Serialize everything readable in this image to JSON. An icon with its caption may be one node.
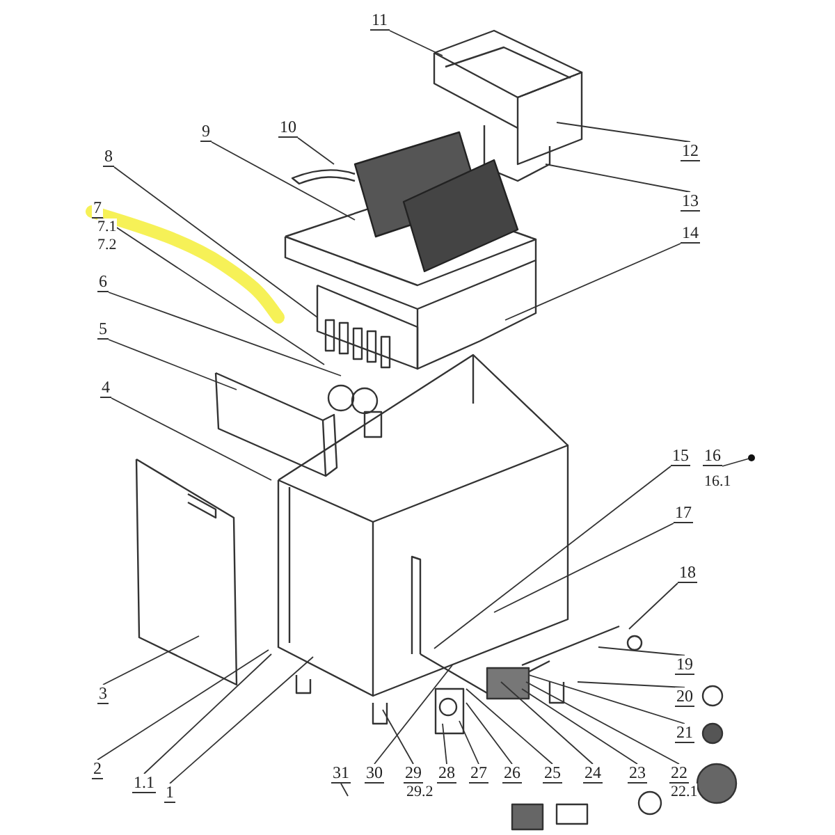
{
  "diagram": {
    "nodes": [
      {
        "text": [
          "1"
        ]
      },
      {
        "text": [
          "1.1"
        ]
      },
      {
        "text": [
          "2"
        ]
      },
      {
        "text": [
          "3"
        ]
      },
      {
        "text": [
          "4"
        ]
      },
      {
        "text": [
          "5"
        ]
      },
      {
        "text": [
          "6"
        ]
      },
      {
        "text": [
          "7"
        ]
      },
      {
        "text": [
          "8"
        ]
      },
      {
        "text": [
          "9"
        ]
      },
      {
        "text": [
          "10"
        ]
      },
      {
        "text": [
          "11"
        ]
      },
      {
        "text": [
          "12"
        ]
      },
      {
        "text": [
          "13"
        ]
      },
      {
        "text": [
          "14"
        ]
      },
      {
        "text": [
          "15"
        ]
      },
      {
        "text": [
          "16"
        ]
      },
      {
        "text": [
          "17"
        ]
      },
      {
        "text": [
          "18"
        ]
      },
      {
        "text": [
          "19"
        ]
      },
      {
        "text": [
          "20"
        ]
      },
      {
        "text": [
          "21"
        ]
      },
      {
        "text": [
          "22"
        ]
      },
      {
        "text": [
          "23"
        ]
      },
      {
        "text": [
          "24"
        ]
      },
      {
        "text": [
          "25"
        ]
      },
      {
        "text": [
          "26"
        ]
      },
      {
        "text": [
          "27"
        ]
      },
      {
        "text": [
          "28"
        ]
      },
      {
        "text": [
          "29"
        ]
      },
      {
        "text": [
          "30"
        ]
      },
      {
        "text": [
          "31"
        ]
      }
    ],
    "edges": [
      {
        "from": 0,
        "to": null,
        "arrow": "none"
      },
      {
        "from": 1,
        "to": null,
        "arrow": "none"
      },
      {
        "from": 2,
        "to": null,
        "arrow": "none"
      },
      {
        "from": 3,
        "to": null,
        "arrow": "none"
      },
      {
        "from": 4,
        "to": null,
        "arrow": "none"
      },
      {
        "from": 5,
        "to": null,
        "arrow": "none"
      },
      {
        "from": 6,
        "to": null,
        "arrow": "none"
      },
      {
        "from": 7,
        "to": null,
        "arrow": "none"
      },
      {
        "from": 8,
        "to": null,
        "arrow": "none"
      },
      {
        "from": 9,
        "to": null,
        "arrow": "none"
      },
      {
        "from": 10,
        "to": null,
        "arrow": "none"
      },
      {
        "from": 11,
        "to": null,
        "arrow": "none"
      },
      {
        "from": 12,
        "to": null,
        "arrow": "none"
      },
      {
        "from": 13,
        "to": null,
        "arrow": "none"
      },
      {
        "from": 14,
        "to": null,
        "arrow": "none"
      },
      {
        "from": 15,
        "to": null,
        "arrow": "none"
      },
      {
        "from": 16,
        "to": null,
        "arrow": "other"
      },
      {
        "from": 17,
        "to": null,
        "arrow": "none"
      },
      {
        "from": 18,
        "to": null,
        "arrow": "none"
      },
      {
        "from": 19,
        "to": null,
        "arrow": "none"
      },
      {
        "from": 20,
        "to": null,
        "arrow": "none"
      },
      {
        "from": 21,
        "to": null,
        "arrow": "none"
      },
      {
        "from": 22,
        "to": null,
        "arrow": "none"
      },
      {
        "from": 23,
        "to": null,
        "arrow": "none"
      },
      {
        "from": 24,
        "to": null,
        "arrow": "none"
      },
      {
        "from": 25,
        "to": null,
        "arrow": "none"
      },
      {
        "from": 26,
        "to": null,
        "arrow": "none"
      },
      {
        "from": 27,
        "to": null,
        "arrow": "none"
      },
      {
        "from": 28,
        "to": null,
        "arrow": "none"
      },
      {
        "from": 29,
        "to": null,
        "arrow": "none"
      },
      {
        "from": 30,
        "to": null,
        "arrow": "none"
      },
      {
        "from": 31,
        "to": null,
        "arrow": "none"
      }
    ],
    "labels": [
      "7.1",
      "7.2",
      "16.1",
      "22.1",
      "29.2"
    ]
  }
}
